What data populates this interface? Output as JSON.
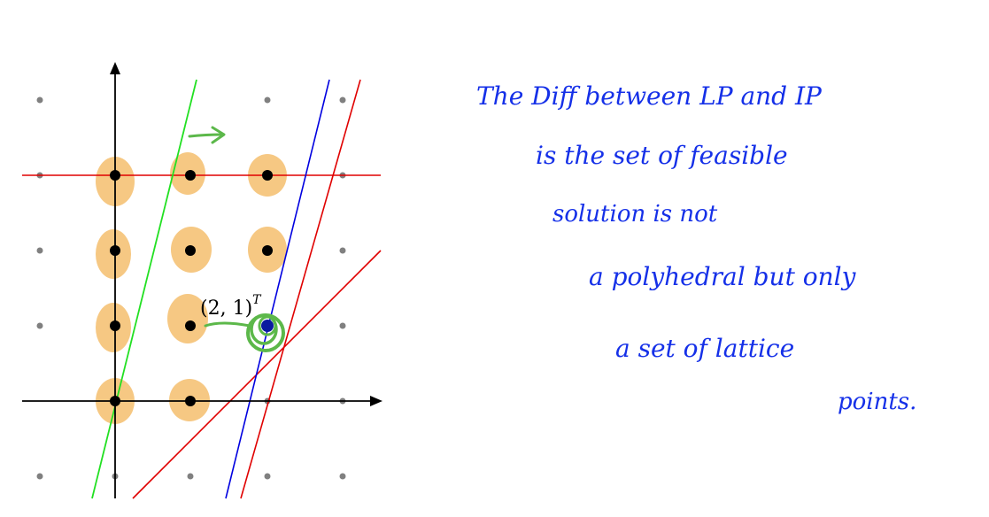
{
  "diagram": {
    "point_label": "(2, 1)",
    "point_label_sup": "T",
    "colors": {
      "axis": "#000000",
      "grid_point": "#808080",
      "feasible_point": "#000000",
      "highlight_point": "#0a1aa0",
      "blob": "#f6c883",
      "green_line": "#22e022",
      "green_marker": "#5cb84a",
      "blue_line": "#0000e0",
      "red_line": "#e00000",
      "note_ink": "#1530e8"
    }
  },
  "note": {
    "lines": [
      "The Diff between LP and IP",
      "is the set of feasible",
      "solution is not",
      "a polyhedral but only",
      "a set of lattice",
      "points."
    ]
  }
}
